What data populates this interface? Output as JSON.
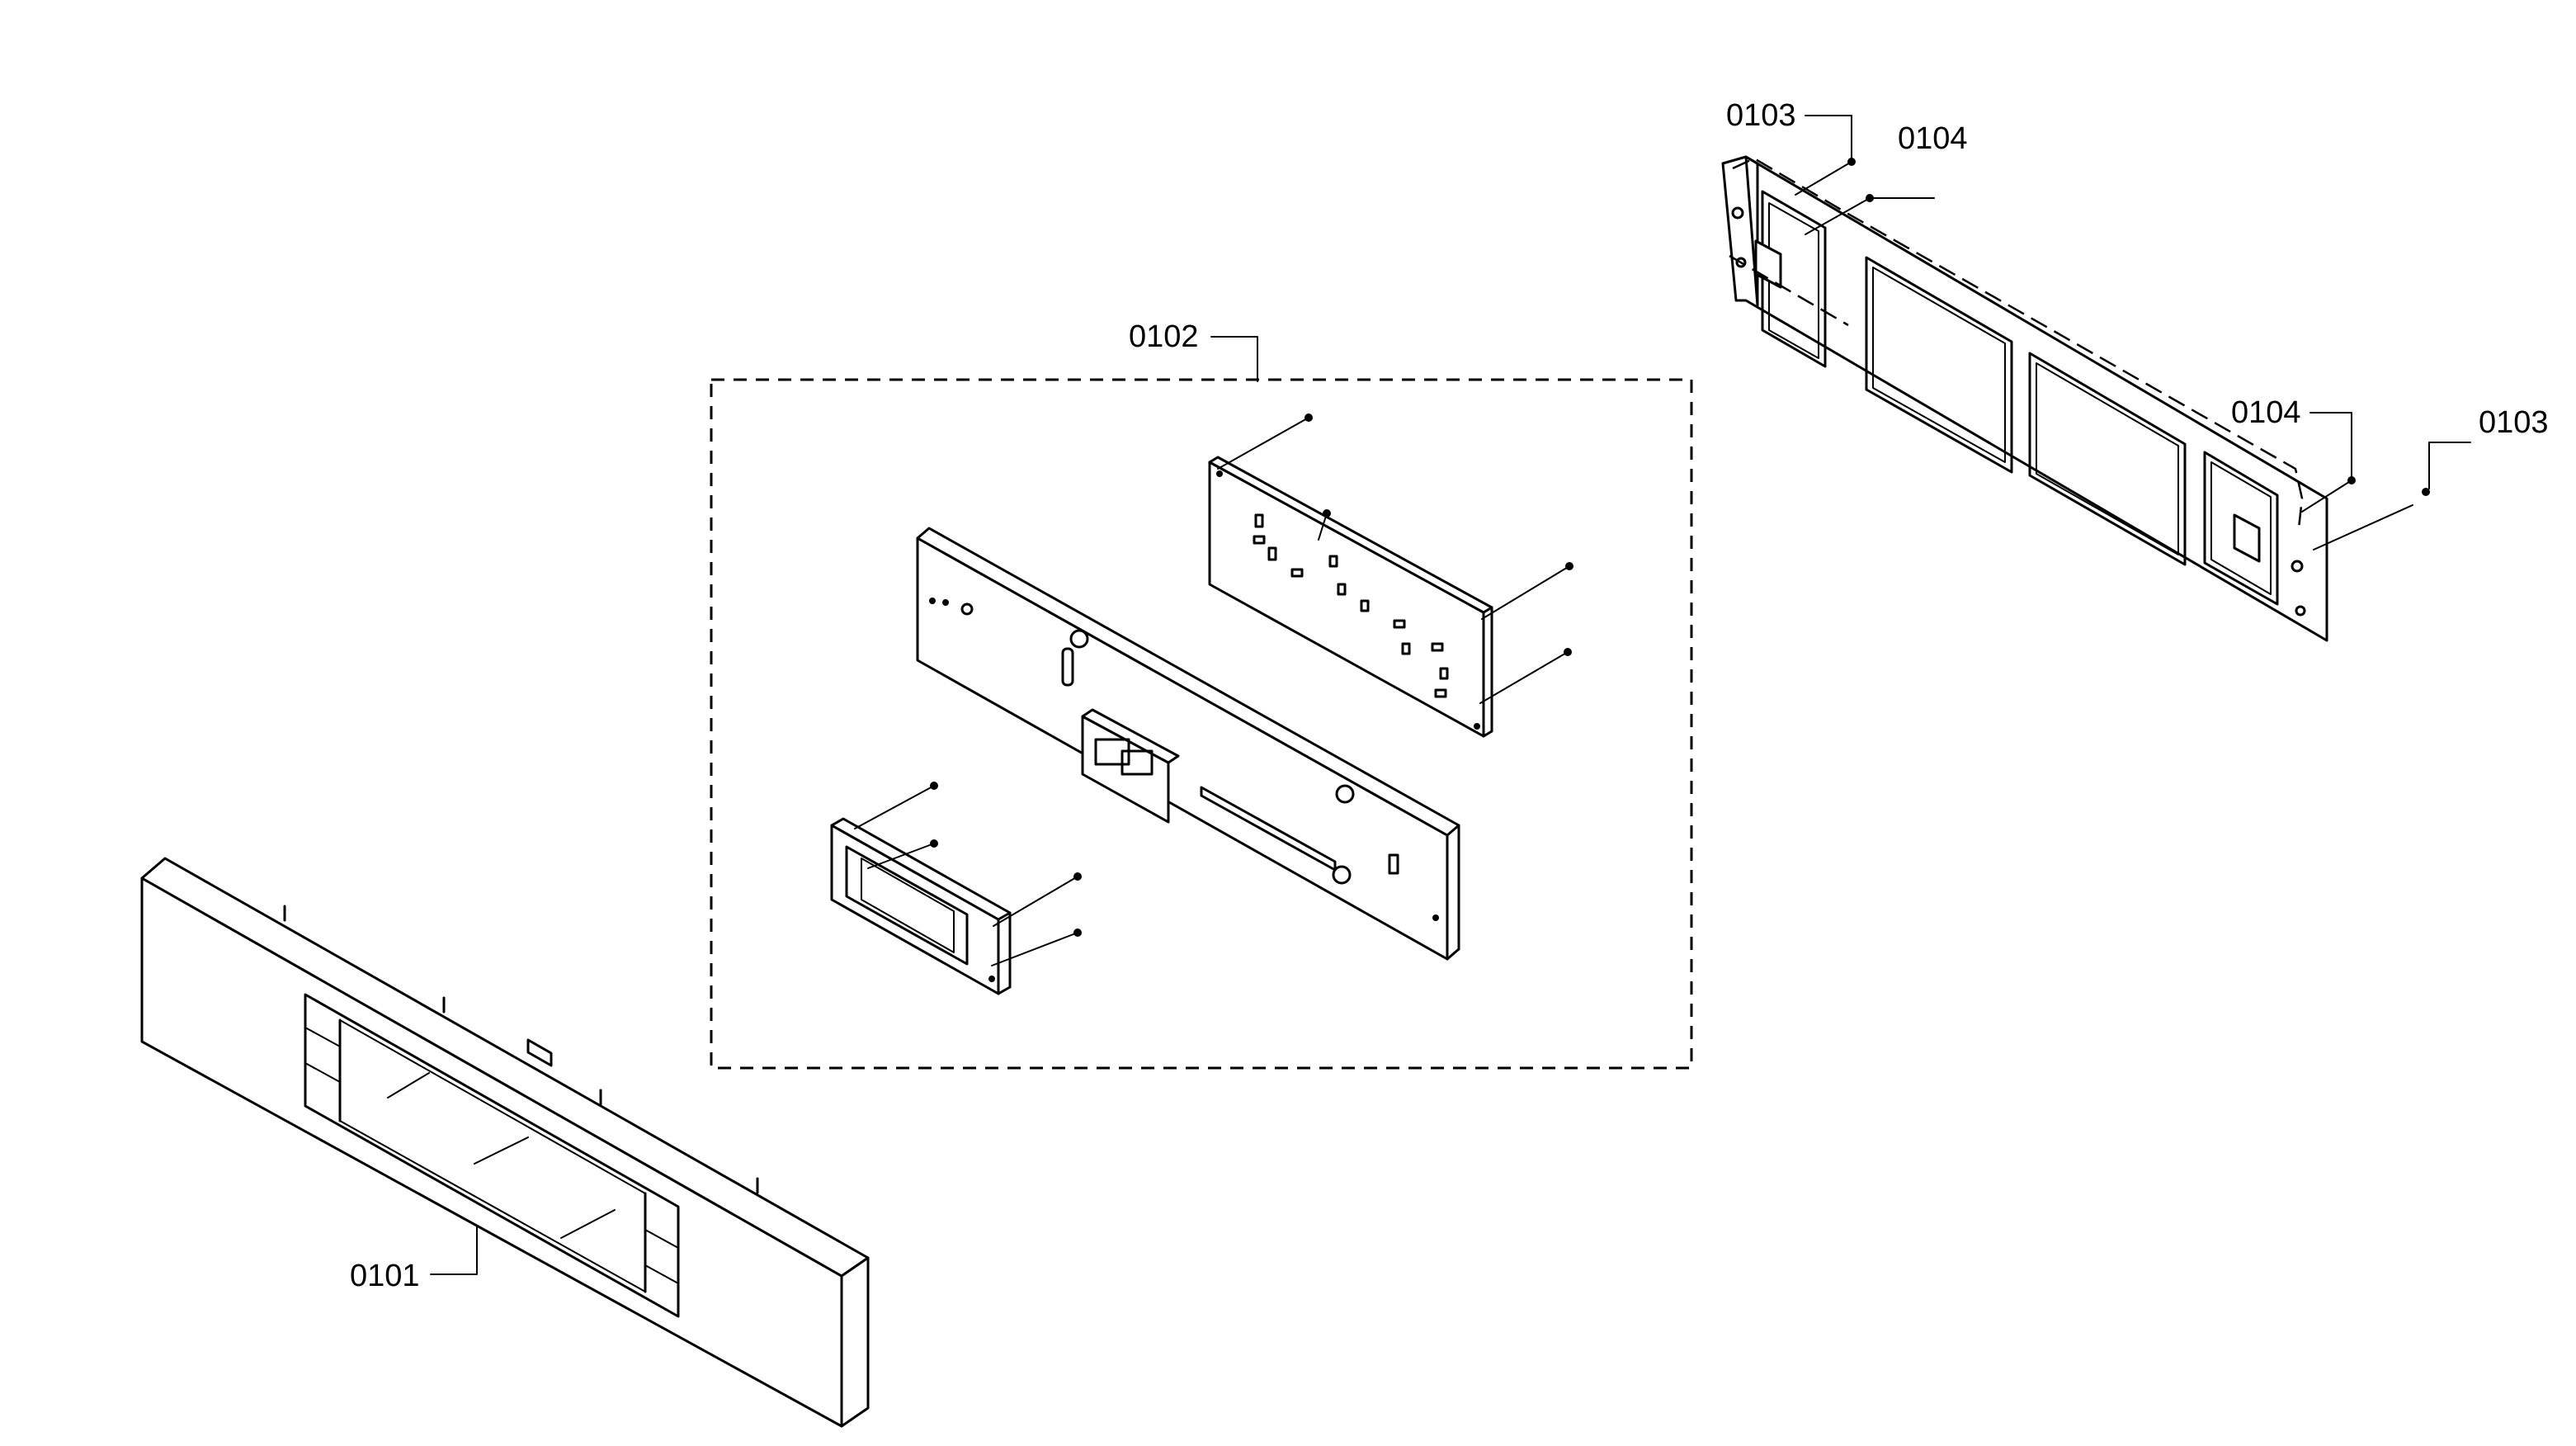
{
  "callouts": {
    "c0101": "0101",
    "c0102": "0102",
    "c0103a": "0103",
    "c0104a": "0104",
    "c0104b": "0104",
    "c0103b": "0103"
  }
}
